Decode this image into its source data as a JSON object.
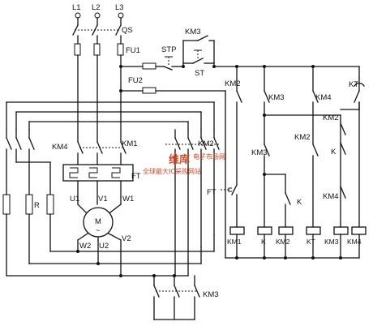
{
  "supply": {
    "l1": "L1",
    "l2": "L2",
    "l3": "L3"
  },
  "labels": {
    "qs": "QS",
    "fu1": "FU1",
    "fu2": "FU2",
    "stp": "STP",
    "st": "ST",
    "km3_top": "KM3",
    "km4_main": "KM4",
    "km1_main": "KM1",
    "km2_main": "KM2",
    "ft_relay": "FT",
    "r": "R",
    "u1": "U1",
    "v1": "V1",
    "w1": "W1",
    "motor": "M",
    "motor_sub": "~",
    "w2": "W2",
    "u2": "U2",
    "v2": "V2",
    "km3_bottom": "KM3",
    "ctl_km2": "KM2",
    "ctl_km3": "KM3",
    "ctl_km4": "KM4",
    "ctl_kt": "KT",
    "ctl_km2b": "KM2",
    "ctl_km3b": "KM3",
    "ctl_km2c": "KM2",
    "ctl_k": "K",
    "ctl_k2": "K",
    "ctl_km4b": "KM4",
    "ctl_ft": "FT"
  },
  "coils": [
    "KM1",
    "K",
    "KM2",
    "KT",
    "KM3",
    "KM4"
  ],
  "watermark": {
    "main": "维库",
    "site": "电子市场网",
    "sub": "全球最大IC采购网站"
  }
}
